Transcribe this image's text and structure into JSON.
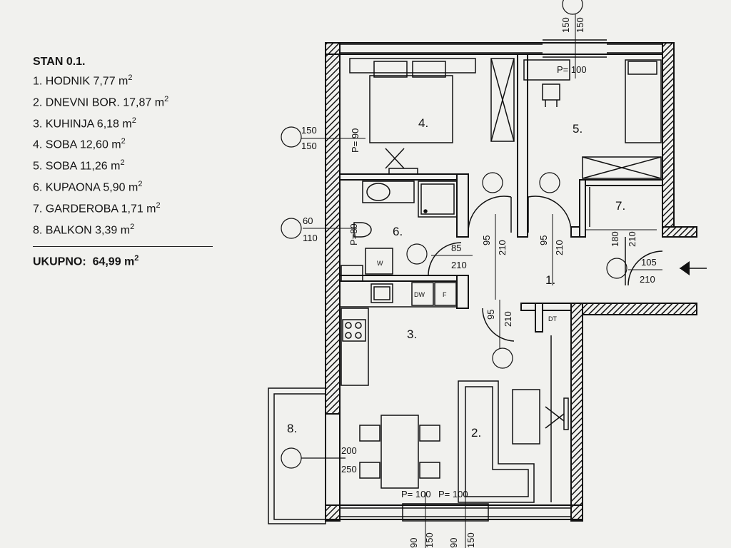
{
  "legend": {
    "title": "STAN 0.1.",
    "rooms": [
      {
        "text": "1. HODNIK 7,77 m",
        "sup": "2"
      },
      {
        "text": "2. DNEVNI BOR. 17,87 m",
        "sup": "2"
      },
      {
        "text": "3. KUHINJA 6,18 m",
        "sup": "2"
      },
      {
        "text": "4. SOBA 12,60 m",
        "sup": "2"
      },
      {
        "text": "5. SOBA 11,26 m",
        "sup": "2"
      },
      {
        "text": "6. KUPAONA 5,90 m",
        "sup": "2"
      },
      {
        "text": "7. GARDEROBA 1,71 m",
        "sup": "2"
      },
      {
        "text": "8. BALKON 3,39 m",
        "sup": "2"
      }
    ],
    "total_label": "UKUPNO:",
    "total_value": "64,99 m",
    "total_sup": "2"
  },
  "plan": {
    "room_numbers": [
      "1.",
      "2.",
      "3.",
      "4.",
      "5.",
      "6.",
      "7.",
      "8."
    ],
    "appliances": {
      "washer": "W",
      "dishwasher": "DW",
      "fridge": "F",
      "dryer": "DT"
    },
    "dimensions": {
      "top_150_a": "150",
      "top_150_b": "150",
      "p100_top": "P= 100",
      "left_150_a": "150",
      "left_150_b": "150",
      "p90": "P= 90",
      "left_60": "60",
      "left_110": "110",
      "p80": "P=80",
      "d85": "85",
      "d210_bath": "210",
      "d95_a": "95",
      "d210_a": "210",
      "d95_b": "95",
      "d210_b": "210",
      "d180": "180",
      "d210_c": "210",
      "d105": "105",
      "d210_entry": "210",
      "d95_c": "95",
      "d210_d": "210",
      "d200": "200",
      "d250": "250",
      "p100_a": "P= 100",
      "p100_b": "P= 100",
      "bottom_90_a": "90",
      "bottom_150_a": "150",
      "bottom_90_b": "90",
      "bottom_150_b": "150"
    }
  }
}
